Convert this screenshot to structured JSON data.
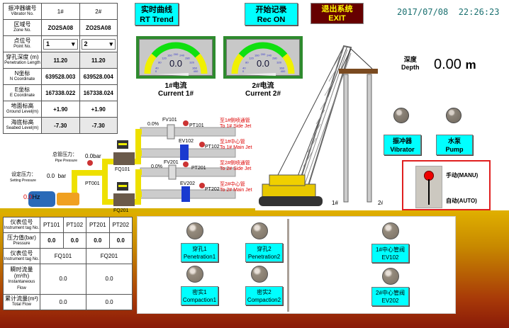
{
  "header": {
    "rt_trend": {
      "cn": "实时曲线",
      "en": "RT Trend"
    },
    "rec_on": {
      "cn": "开始记录",
      "en": "Rec ON"
    },
    "exit": {
      "cn": "退出系统",
      "en": "EXIT"
    },
    "datetime": "2017/07/08  22:26:23"
  },
  "vib_table": {
    "rows": [
      {
        "cn": "振冲器编号",
        "en": "Vibrator No.",
        "v1": "1#",
        "v2": "2#"
      },
      {
        "cn": "区域号",
        "en": "Zone No.",
        "v1": "ZO2SA08",
        "v2": "ZO2SA08"
      },
      {
        "cn": "点位号",
        "en": "Point No.",
        "v1": "1",
        "v2": "2"
      },
      {
        "cn": "穿孔深度 (m)",
        "en": "Penetration Length",
        "v1": "11.20",
        "v2": "11.20"
      },
      {
        "cn": "N坐标",
        "en": "N Coordinate",
        "v1": "639528.003",
        "v2": "639528.004"
      },
      {
        "cn": "E坐标",
        "en": "E Coordinate",
        "v1": "167338.022",
        "v2": "167338.024"
      },
      {
        "cn": "地面标高",
        "en": "Ground Level(m)",
        "v1": "+1.90",
        "v2": "+1.90"
      },
      {
        "cn": "海底标高",
        "en": "Seabed Level(m)",
        "v1": "-7.30",
        "v2": "-7.30"
      }
    ]
  },
  "gauges": [
    {
      "value": "0.0",
      "cn": "1#电流",
      "en": "Current 1#"
    },
    {
      "value": "0.0",
      "cn": "2#电流",
      "en": "Current 2#"
    }
  ],
  "gauge_ticks": [
    "0",
    "40",
    "80",
    "120",
    "160",
    "200",
    "240",
    "280",
    "320",
    "360",
    "400"
  ],
  "depth": {
    "cn": "深度",
    "en": "Depth",
    "value": "0.00",
    "unit": "m"
  },
  "vibrator_btn": {
    "cn": "振冲器",
    "en": "Vibrator"
  },
  "pump_btn": {
    "cn": "水泵",
    "en": "Pump"
  },
  "mode": {
    "manu": "手动(MANU)",
    "auto": "自动(AUTO)"
  },
  "crane": {
    "label1": "1#",
    "label2": "2#"
  },
  "piping": {
    "fv101_pct": "0.0%",
    "fv101": "FV101",
    "pt101": "PT101",
    "dest1": "至1#侧喷通管",
    "dest1_en": "To 1# Side Jet",
    "ev102": "EV102",
    "pt102": "PT102",
    "dest2": "至1#中心管",
    "dest2_en": "To 1# Main Jet",
    "fv201_pct": "0.0%",
    "fv201": "FV201",
    "pt201": "PT201",
    "dest3": "至2#侧喷通管",
    "dest3_en": "To 2# Side Jet",
    "ev202": "EV202",
    "pt202": "PT202",
    "dest4": "至2#中心管",
    "dest4_en": "To 2# Main Jet",
    "fq101": "FQ101",
    "fq201": "FQ201",
    "pt001": "PT001",
    "pipe_p_cn": "总管压力：",
    "pipe_p_en": "Pipe Pressure",
    "pipe_p_val": "0.0bar",
    "set_p_cn": "设定压力：",
    "set_p_en": "Setting Pressure",
    "set_p_val": "0.0  bar",
    "hz": "0.0",
    "hz_unit": "Hz"
  },
  "inst_table": {
    "tag_cn": "仪表位号",
    "tag_en": "Instrument tag No.",
    "pt_tags": [
      "PT101",
      "PT102",
      "PT201",
      "PT202"
    ],
    "press_cn": "压力值(bar)",
    "press_en": "Pressure",
    "press_vals": [
      "0.0",
      "0.0",
      "0.0",
      "0.0"
    ],
    "fq_tags": [
      "FQ101",
      "FQ201"
    ],
    "inst_cn": "瞬时流量(m³/h)",
    "inst_en": "Instantaneous Flow",
    "inst_vals": [
      "0.0",
      "0.0"
    ],
    "total_cn": "累计流量(m³)",
    "total_en": "Total Flow",
    "total_vals": [
      "0.0",
      "0.0"
    ]
  },
  "panel": {
    "pen1": {
      "cn": "穿孔1",
      "en": "Penetration1"
    },
    "pen2": {
      "cn": "穿孔2",
      "en": "Penetration2"
    },
    "com1": {
      "cn": "密实1",
      "en": "Compaction1"
    },
    "com2": {
      "cn": "密实2",
      "en": "Compaction2"
    },
    "ev102": {
      "cn": "1#中心管阀",
      "en": "EV102"
    },
    "ev202": {
      "cn": "2#中心管阀",
      "en": "EV202"
    }
  }
}
